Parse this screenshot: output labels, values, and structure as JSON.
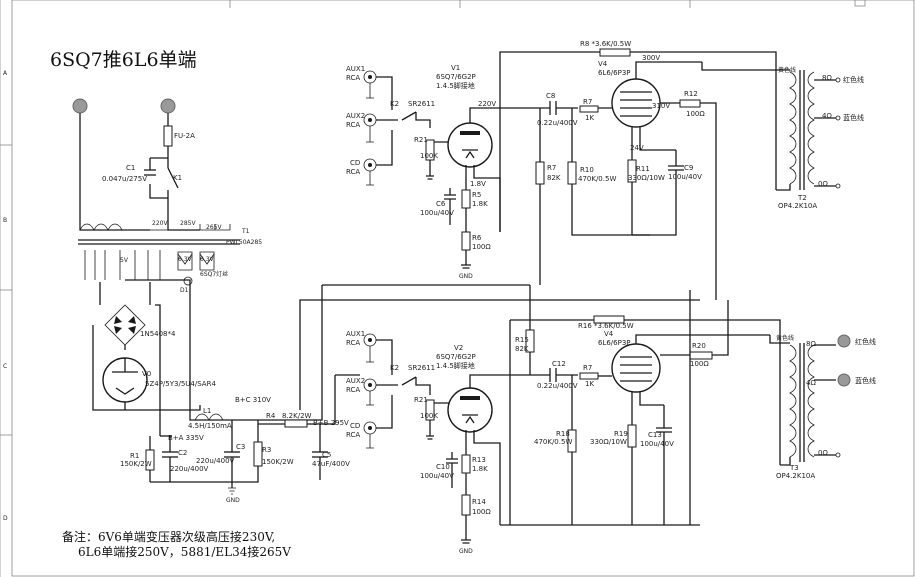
{
  "title": "6SQ7推6L6单端",
  "note": {
    "line1": "备注：6V6单端变压器次级高压接230V,",
    "line2": "6L6单端接250V，5881/EL34接265V"
  },
  "border": {
    "zones": [
      "A",
      "B",
      "C",
      "D"
    ]
  },
  "power": {
    "fuse": "FU-2A",
    "cap_c1": "C1",
    "cap_c1_val": "0.047u/275V",
    "switch": "K1",
    "t1_ref": "T1",
    "t1_model": "PWL50A285",
    "tap1": "220V",
    "tap2": "285V",
    "tap3": "265V",
    "tap_6v3": "6.3V",
    "tap_6v3b": "6.3V",
    "tap_5v": "5V",
    "heater_note": "6SQ7灯丝",
    "diodes": "1N5408*4",
    "d1": "D1",
    "rect_ref": "V0",
    "rect_type": "5Z4P/5Y3/5U4/SAR4",
    "choke": "L1",
    "choke_val": "4.5H/150mA",
    "r1": "R1",
    "r1_val": "150K/2W",
    "c2": "C2",
    "c2_val": "220u/400V",
    "c3": "C3",
    "c3_val": "220u/400V",
    "r3": "R3",
    "r3_val": "150K/2W",
    "r4": "R4",
    "r4_val": "8.2K/2W",
    "c5": "C5",
    "c5_val": "47uF/400V",
    "node_a": "B+A 335V",
    "node_b": "B+B 295V",
    "node_c": "B+C 310V"
  },
  "ch1": {
    "aux1": "AUX1",
    "aux2": "AUX2",
    "cd": "CD",
    "rca": "RCA",
    "selector": "SR2611",
    "k2": "K2",
    "r21": "R21",
    "r21_val": "100K",
    "tube_ref": "V1",
    "tube_type": "6SQ7/6G2P",
    "tube_note": "1.4.5脚接地",
    "v_plate": "220V",
    "v_cath": "1.8V",
    "r5": "R5",
    "r5_val": "1.8K",
    "c6": "C6",
    "c6_val": "100u/40V",
    "r6": "R6",
    "r6_val": "100Ω",
    "c8": "C8",
    "c8_val": "0.22u/400V",
    "r7_load": "R7",
    "r7_load_val": "82K",
    "r7": "R7",
    "r7_val": "1K",
    "r10": "R10",
    "r10_val": "470K/0.5W",
    "r8": "R8 *3.6K/0.5W",
    "pwr_ref": "V4",
    "pwr_type": "6L6/6P3P",
    "v_pwr_plate": "300V",
    "v_pwr_screen": "310V",
    "v_pwr_cath": "24V",
    "r11": "R11",
    "r11_val": "330Ω/10W",
    "c9": "C9",
    "c9_val": "100u/40V",
    "r12": "R12",
    "r12_val": "100Ω",
    "ot_ref": "T2",
    "ot_val": "OP4.2K10A",
    "tap_8": "8Ω",
    "tap_4": "4Ω",
    "tap_0": "0Ω",
    "wire_red": "红色线",
    "wire_blue": "蓝色线",
    "wire_yellow": "黄色线"
  },
  "ch2": {
    "aux1": "AUX1",
    "aux2": "AUX2",
    "cd": "CD",
    "rca": "RCA",
    "selector": "SR2611",
    "k2": "K2",
    "r21": "R21",
    "r21_val": "100K",
    "tube_ref": "V2",
    "tube_type": "6SQ7/6G2P",
    "tube_note": "1.4.5脚接地",
    "r13": "R13",
    "r13_val": "1.8K",
    "c10": "C10",
    "c10_val": "100u/40V",
    "r14": "R14",
    "r14_val": "100Ω",
    "r15": "R15",
    "r15_val": "82K",
    "c12": "C12",
    "c12_val": "0.22u/400V",
    "r7": "R7",
    "r7_val": "1K",
    "r18": "R18",
    "r18_val": "470K/0.5W",
    "r16": "R16 *3.6K/0.5W",
    "pwr_ref": "V4",
    "pwr_type": "6L6/6P3P",
    "r19": "R19",
    "r19_val": "330Ω/10W",
    "c13": "C13",
    "c13_val": "100u/40V",
    "r20": "R20",
    "r20_val": "100Ω",
    "ot_ref": "T3",
    "ot_val": "OP4.2K10A",
    "tap_8": "8Ω",
    "tap_4": "4Ω",
    "tap_0": "0Ω",
    "wire_red": "红色线",
    "wire_blue": "蓝色线",
    "wire_yellow": "黄色线"
  },
  "gnd": "GND"
}
